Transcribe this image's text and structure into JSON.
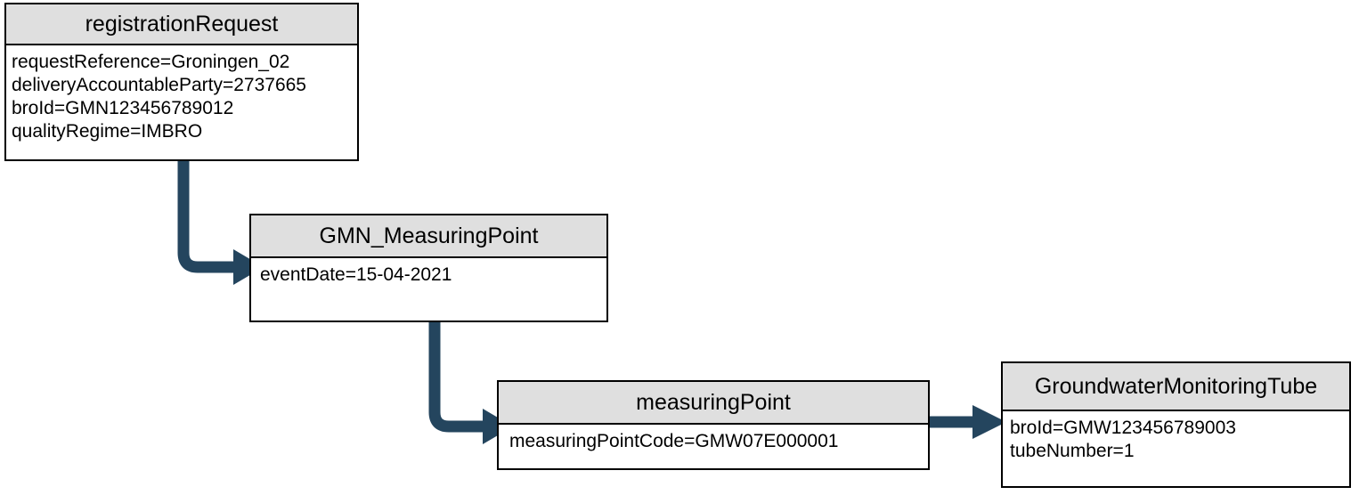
{
  "diagram": {
    "type": "uml-object-diagram",
    "accent_color": "#24455e",
    "header_fill": "#dfdfdf",
    "border_color": "#000000",
    "background": "#ffffff",
    "boxes": [
      {
        "id": "registrationRequest",
        "title": "registrationRequest",
        "attributes": [
          "requestReference=Groningen_02",
          "deliveryAccountableParty=2737665",
          "broId=GMN123456789012",
          "qualityRegime=IMBRO"
        ]
      },
      {
        "id": "GMN_MeasuringPoint",
        "title": "GMN_MeasuringPoint",
        "attributes": [
          "eventDate=15-04-2021"
        ]
      },
      {
        "id": "measuringPoint",
        "title": "measuringPoint",
        "attributes": [
          "measuringPointCode=GMW07E000001"
        ]
      },
      {
        "id": "GroundwaterMonitoringTube",
        "title": "GroundwaterMonitoringTube",
        "attributes": [
          "broId=GMW123456789003",
          "tubeNumber=1"
        ]
      }
    ],
    "connectors": [
      {
        "id": "request-to-measuringpoint",
        "from": "registrationRequest",
        "to": "GMN_MeasuringPoint",
        "shape": "elbow-down-right"
      },
      {
        "id": "measuringpoint-to-point",
        "from": "GMN_MeasuringPoint",
        "to": "measuringPoint",
        "shape": "elbow-down-right"
      },
      {
        "id": "point-to-tube",
        "from": "measuringPoint",
        "to": "GroundwaterMonitoringTube",
        "shape": "straight-right"
      }
    ]
  }
}
